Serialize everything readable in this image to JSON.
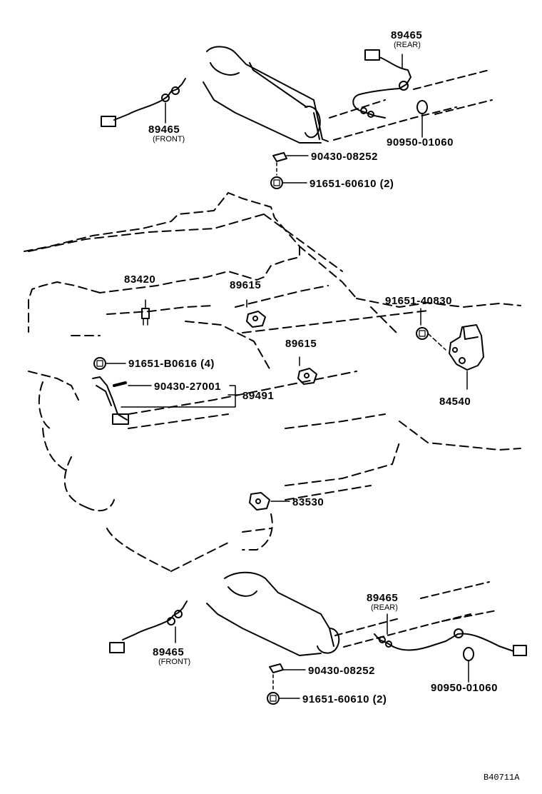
{
  "diagram_id": "B40711A",
  "labels": {
    "upper_rear_part": "89465",
    "upper_rear_note": "(REAR)",
    "upper_front_part": "89465",
    "upper_front_note": "(FRONT)",
    "upper_gasket": "90950-01060",
    "upper_nut": "90430-08252",
    "upper_bolt": "91651-60610 (2)",
    "knock_sensor_a": "83420",
    "map_sensor_1": "89615",
    "map_sensor_2": "89615",
    "bolt_b0616": "91651-B0616 (4)",
    "gasket_27001": "90430-27001",
    "harness": "89491",
    "bolt_40830": "91651-40830",
    "throttle_sensor": "84540",
    "oil_switch": "83530",
    "lower_rear_part": "89465",
    "lower_rear_note": "(REAR)",
    "lower_front_part": "89465",
    "lower_front_note": "(FRONT)",
    "lower_nut": "90430-08252",
    "lower_bolt": "91651-60610 (2)",
    "lower_gasket": "90950-01060"
  }
}
